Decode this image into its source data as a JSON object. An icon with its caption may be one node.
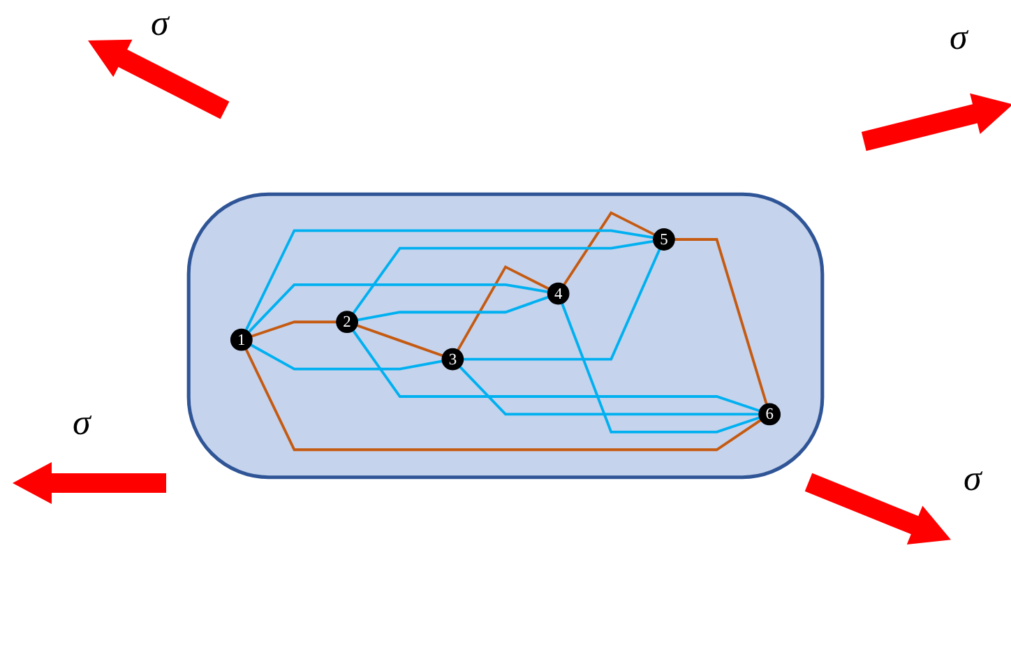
{
  "diagram": {
    "nodes": [
      {
        "text": [],
        "shape": "cloud"
      },
      {
        "text": [
          "1"
        ],
        "in": 0
      },
      {
        "text": [
          "2"
        ],
        "in": 0
      },
      {
        "text": [
          "3"
        ],
        "in": 0
      },
      {
        "text": [
          "4"
        ],
        "in": 0
      },
      {
        "text": [
          "5"
        ],
        "in": 0
      },
      {
        "text": [
          "6"
        ],
        "in": 0
      }
    ],
    "edges": [
      {
        "from": 1,
        "to": 2,
        "arrow": "none",
        "color": "#c55a11"
      },
      {
        "from": 2,
        "to": 3,
        "arrow": "none",
        "color": "#c55a11"
      },
      {
        "from": 3,
        "to": 4,
        "arrow": "none",
        "color": "#c55a11"
      },
      {
        "from": 4,
        "to": 5,
        "arrow": "none",
        "color": "#c55a11"
      },
      {
        "from": 5,
        "to": 6,
        "arrow": "none",
        "color": "#c55a11"
      },
      {
        "from": 6,
        "to": 1,
        "arrow": "none",
        "color": "#c55a11"
      },
      {
        "from": 1,
        "to": 3,
        "arrow": "none"
      },
      {
        "from": 1,
        "to": 4,
        "arrow": "none"
      },
      {
        "from": 1,
        "to": 5,
        "arrow": "none"
      },
      {
        "from": 2,
        "to": 4,
        "arrow": "none"
      },
      {
        "from": 2,
        "to": 5,
        "arrow": "none"
      },
      {
        "from": 2,
        "to": 6,
        "arrow": "none"
      },
      {
        "from": 3,
        "to": 5,
        "arrow": "none"
      },
      {
        "from": 3,
        "to": 6,
        "arrow": "none"
      },
      {
        "from": 4,
        "to": 6,
        "arrow": "none"
      }
    ],
    "labels": [
      "σ",
      "σ",
      "σ",
      "σ"
    ]
  }
}
